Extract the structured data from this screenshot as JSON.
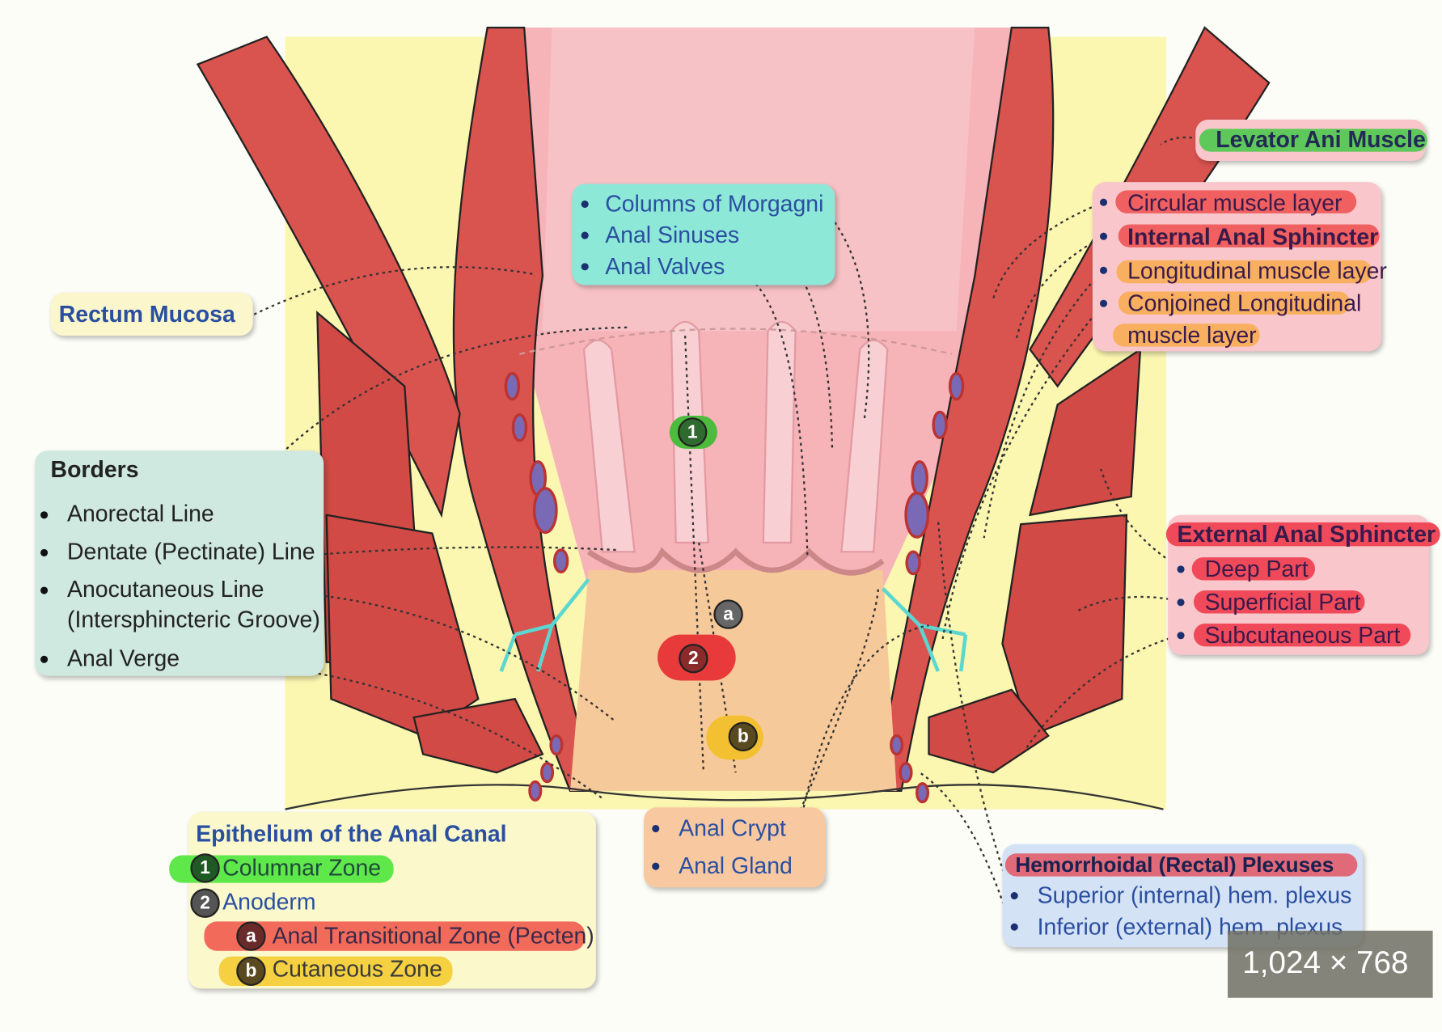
{
  "levator": {
    "label": "Levator Ani Muscle"
  },
  "muscle_layers": {
    "items": [
      "Circular muscle layer",
      "Internal Anal Sphincter",
      "Longitudinal muscle layer",
      "Conjoined Longitudinal",
      "muscle layer"
    ]
  },
  "columns": {
    "items": [
      "Columns of Morgagni",
      "Anal Sinuses",
      "Anal Valves"
    ]
  },
  "rectum_mucosa": {
    "label": "Rectum Mucosa"
  },
  "borders": {
    "title": "Borders",
    "items": [
      "Anorectal Line",
      "Dentate (Pectinate) Line",
      "Anocutaneous Line",
      "(Intersphincteric Groove)",
      "Anal Verge"
    ]
  },
  "external_sphincter": {
    "title": "External Anal Sphincter",
    "items": [
      "Deep Part",
      "Superficial Part",
      "Subcutaneous Part"
    ]
  },
  "epithelium": {
    "title": "Epithelium of the Anal Canal",
    "items": [
      {
        "marker": "1",
        "label": "Columnar Zone"
      },
      {
        "marker": "2",
        "label": "Anoderm"
      },
      {
        "marker": "a",
        "label": "Anal Transitional Zone (Pecten)"
      },
      {
        "marker": "b",
        "label": "Cutaneous Zone"
      }
    ]
  },
  "crypt": {
    "items": [
      "Anal Crypt",
      "Anal Gland"
    ]
  },
  "plexus": {
    "title": "Hemorrhoidal (Rectal) Plexuses",
    "items": [
      "Superior (internal) hem. plexus",
      "Inferior (external) hem. plexus"
    ]
  },
  "diagram_markers": [
    "1",
    "2",
    "a",
    "b"
  ],
  "image_size_badge": "1,024 × 768",
  "colors": {
    "muscle": "#d9534f",
    "mucosa": "#f4a9b0",
    "fat": "#fbf6b0",
    "anoderm": "#f6c99a",
    "highlight_green": "#5fd35a",
    "highlight_red": "#f05a5a",
    "highlight_orange": "#f8b060",
    "highlight_yellow": "#f5d040"
  }
}
